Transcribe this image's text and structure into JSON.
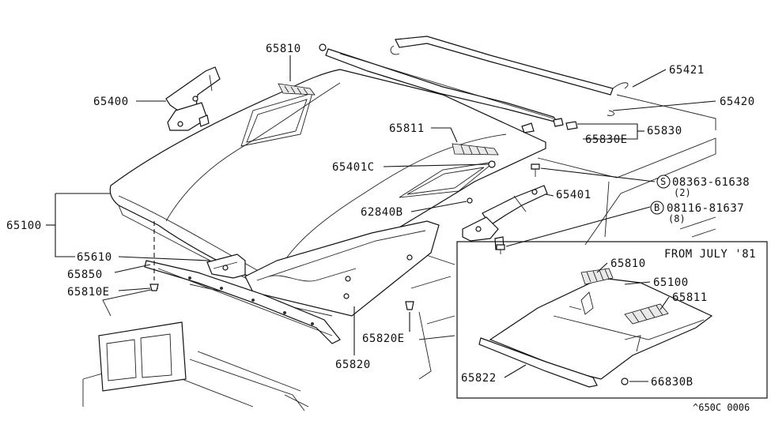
{
  "diagram": {
    "labels": {
      "p65810_top": "65810",
      "p65400": "65400",
      "p65421": "65421",
      "p65420": "65420",
      "p65830": "65830",
      "p65830E": "65830E",
      "p65811_top": "65811",
      "p65401C": "65401C",
      "p08363": "08363-61638",
      "p08363_qty": "(2)",
      "p65401": "65401",
      "p62840B": "62840B",
      "p08116": "08116-81637",
      "p08116_qty": "(8)",
      "p65100_main": "65100",
      "p65610": "65610",
      "p65850": "65850",
      "p65810E": "65810E",
      "p65820E": "65820E",
      "p65820": "65820",
      "inset_title": "FROM JULY '81",
      "p65810_inset": "65810",
      "p65100_inset": "65100",
      "p65811_inset": "65811",
      "p65822": "65822",
      "p66830B": "66830B",
      "diagram_code": "^650C 0006"
    },
    "symbols": {
      "screw_symbol": "S",
      "bolt_symbol": "B"
    },
    "colors": {
      "line": "#111111",
      "background": "#ffffff"
    }
  }
}
